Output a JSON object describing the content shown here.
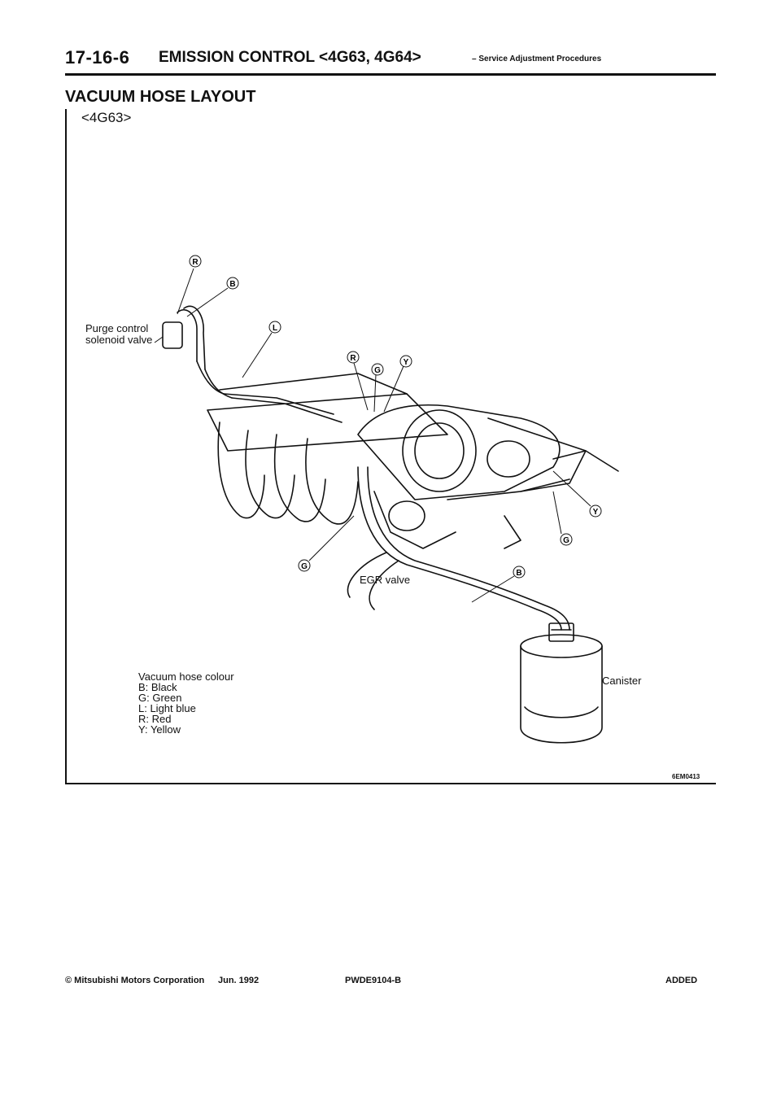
{
  "header": {
    "page_number": "17-16-6",
    "title": "EMISSION CONTROL <4G63, 4G64>",
    "subtitle": "– Service Adjustment Procedures"
  },
  "section": {
    "title": "VACUUM HOSE LAYOUT",
    "model": "<4G63>"
  },
  "diagram": {
    "labels": {
      "purge_valve": [
        "Purge control",
        "solenoid valve"
      ],
      "egr_valve": "EGR valve",
      "canister": "Canister"
    },
    "hose_markers": [
      "R",
      "B",
      "L",
      "R",
      "G",
      "Y",
      "Y",
      "G",
      "G",
      "B"
    ],
    "figure_code": "6EM0413"
  },
  "legend": {
    "title": "Vacuum hose colour",
    "items": [
      "B: Black",
      "G: Green",
      "L: Light blue",
      "R: Red",
      "Y: Yellow"
    ]
  },
  "footer": {
    "copyright": "© Mitsubishi Motors Corporation",
    "date": "Jun. 1992",
    "doc_code": "PWDE9104-B",
    "status": "ADDED"
  }
}
